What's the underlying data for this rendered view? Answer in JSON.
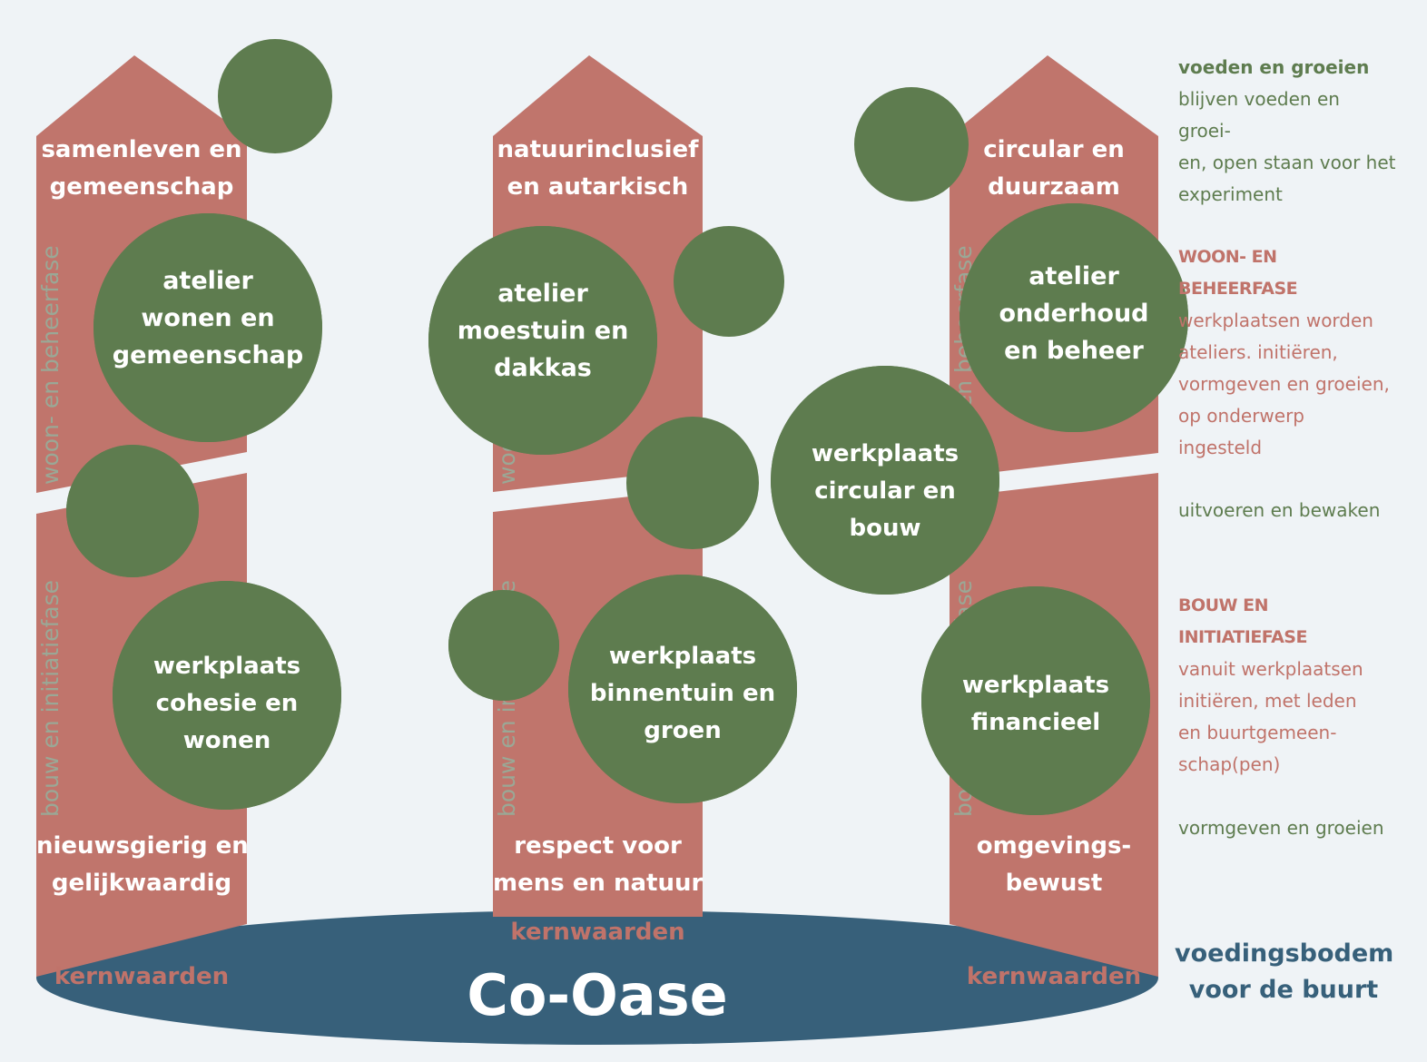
{
  "pillars": [
    {
      "title_line1": "samenleven en",
      "title_line2": "gemeenschap",
      "value_line1": "nieuwsgierig en",
      "value_line2": "gelijkwaardig",
      "phase_upper": "woon- en beheerfase",
      "phase_lower": "bouw en initiatiefase"
    },
    {
      "title_line1": "natuurinclusief",
      "title_line2": "en autarkisch",
      "value_line1": "respect voor",
      "value_line2": "mens en natuur",
      "phase_upper": "woon- en beheerfase",
      "phase_lower": "bouw en initiatiefase"
    },
    {
      "title_line1": "circular en",
      "title_line2": "duurzaam",
      "value_line1": "omgevings-",
      "value_line2": "bewust",
      "phase_upper": "woon- en beheerfase",
      "phase_lower": "bouw en initiatiefase"
    }
  ],
  "ateliers": [
    {
      "line1": "atelier",
      "line2": "wonen en",
      "line3": "gemeenschap"
    },
    {
      "line1": "atelier",
      "line2": "moestuin en",
      "line3": "dakkas"
    },
    {
      "line1": "atelier",
      "line2": "onderhoud",
      "line3": "en beheer"
    }
  ],
  "werkplaatsen": [
    {
      "line1": "werkplaats",
      "line2": "cohesie en",
      "line3": "wonen"
    },
    {
      "line1": "werkplaats",
      "line2": "binnentuin en",
      "line3": "groen"
    },
    {
      "line1": "werkplaats",
      "line2": "circular en",
      "line3": "bouw"
    },
    {
      "line1": "werkplaats",
      "line2": "financieel"
    }
  ],
  "base": {
    "label_left": "kernwaarden",
    "label_center": "kernwaarden",
    "label_right": "kernwaarden",
    "brand": "Co-Oase"
  },
  "sidebar": {
    "grow_head": "voeden en groeien",
    "grow_l1": "blijven voeden en groei-",
    "grow_l2": "en, open staan voor het",
    "grow_l3": "experiment",
    "woon_head": "WOON- EN BEHEERFASE",
    "woon_l1": "werkplaatsen worden",
    "woon_l2": "ateliers. initiëren,",
    "woon_l3": "vormgeven en groeien,",
    "woon_l4": "op onderwerp",
    "woon_l5": "ingesteld",
    "uitvoeren": "uitvoeren en bewaken",
    "bouw_head": "BOUW EN INITIATIEFASE",
    "bouw_l1": "vanuit werkplaatsen",
    "bouw_l2": "initiëren, met leden",
    "bouw_l3": "en buurtgemeen-",
    "bouw_l4": "schap(pen)",
    "vormgeven": "vormgeven en groeien",
    "bodem_l1": "voedingsbodem",
    "bodem_l2": "voor de buurt"
  },
  "colors": {
    "pillar": "#c0756c",
    "circle": "#5e7c4f",
    "base": "#37607a",
    "background": "#eff3f6"
  }
}
